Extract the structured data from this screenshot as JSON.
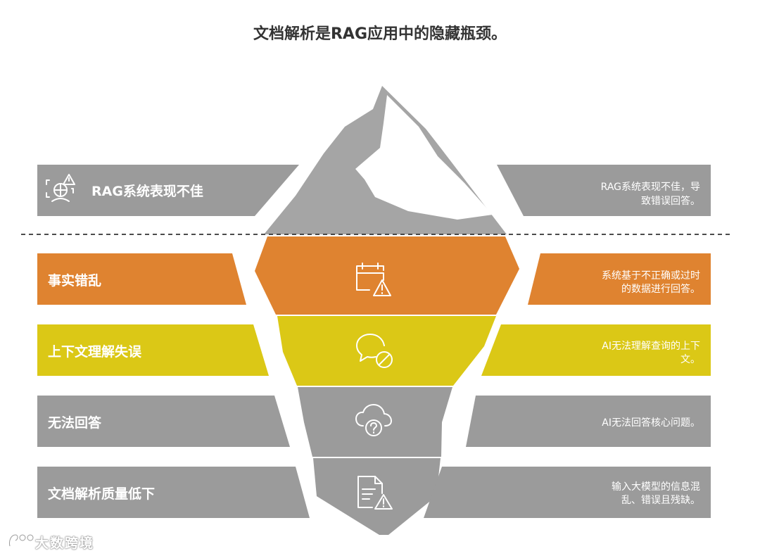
{
  "title": "文档解析是RAG应用中的隐藏瓶颈。",
  "colors": {
    "gray": "#9b9b9b",
    "orange": "#df8330",
    "yellow": "#dbc816",
    "ice": "#ffffff",
    "divider": "#333333"
  },
  "rows": [
    {
      "label": "RAG系统表现不佳",
      "desc_lines": [
        "RAG系统表现不佳，导",
        "致错误回答。"
      ],
      "icon": "presentation-warning-icon",
      "color": "#9b9b9b"
    },
    {
      "label": "事实错乱",
      "desc_lines": [
        "系统基于不正确或过时",
        "的数据进行回答。"
      ],
      "icon": "calendar-warning-icon",
      "color": "#df8330"
    },
    {
      "label": "上下文理解失误",
      "desc_lines": [
        "AI无法理解查询的上下",
        "文。"
      ],
      "icon": "chat-blocked-icon",
      "color": "#dbc816"
    },
    {
      "label": "无法回答",
      "desc_lines": [
        "AI无法回答核心问题。"
      ],
      "icon": "cloud-question-icon",
      "color": "#9b9b9b"
    },
    {
      "label": "文档解析质量低下",
      "desc_lines": [
        "输入大模型的信息混",
        "乱、错误且残缺。"
      ],
      "icon": "document-warning-icon",
      "color": "#9b9b9b"
    }
  ],
  "watermark": "大数跨境"
}
